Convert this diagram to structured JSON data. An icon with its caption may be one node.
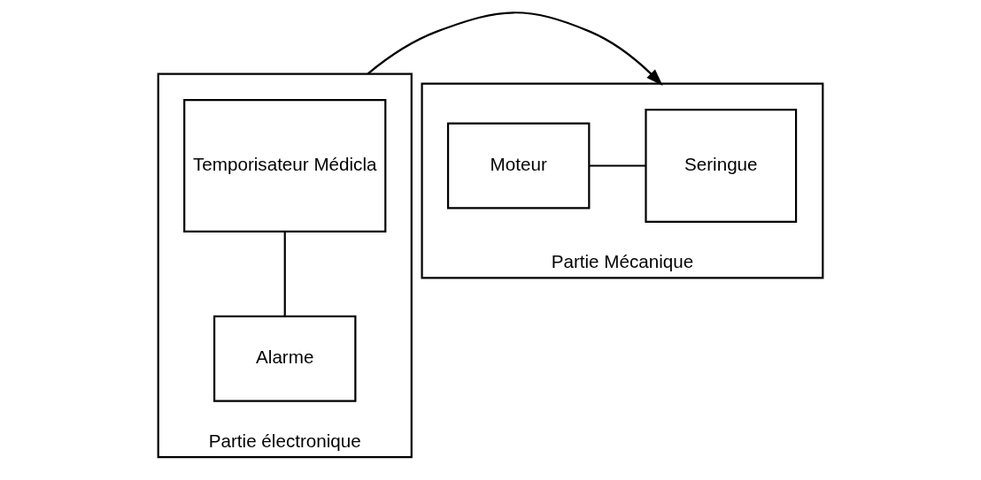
{
  "diagram": {
    "nodes": [
      {
        "text": [
          "Partie électronique"
        ]
      },
      {
        "text": [
          "Temporisateur Médicla"
        ],
        "in": 0
      },
      {
        "text": [
          "Alarme"
        ],
        "in": 0
      },
      {
        "text": [
          "Partie Mécanique"
        ]
      },
      {
        "text": [
          "Seringue"
        ],
        "in": 3
      },
      {
        "text": [
          "Moteur"
        ],
        "in": 3
      }
    ],
    "edges": [
      {
        "from": 1,
        "to": 2,
        "arrow": "none"
      },
      {
        "from": 0,
        "to": 3,
        "arrow": "to"
      },
      {
        "from": 5,
        "to": 4,
        "arrow": "none"
      }
    ]
  }
}
